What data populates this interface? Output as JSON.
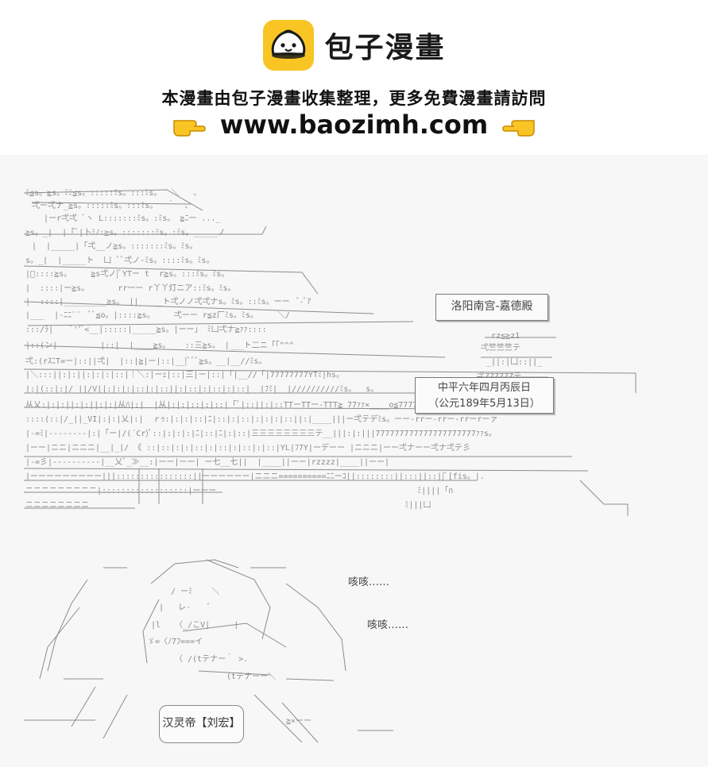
{
  "banner": {
    "brand_name": "包子漫畫",
    "notice": "本漫畫由包子漫畫收集整理，更多免費漫畫請訪問",
    "url": "www.baozimh.com",
    "logo_icon": "bun-mascot-icon",
    "left_hand_icon": "pointing-right-hand-icon",
    "right_hand_icon": "pointing-left-hand-icon",
    "brand_color": "#f9c524"
  },
  "scene": {
    "date_line1": "中平六年四月丙辰日",
    "date_line2": "（公元189年5月13日）",
    "place": "洛阳南宫-嘉德殿",
    "cough1": "咳咳……",
    "cough2": "咳咳……",
    "name_label": "汉灵帝【刘宏】"
  }
}
